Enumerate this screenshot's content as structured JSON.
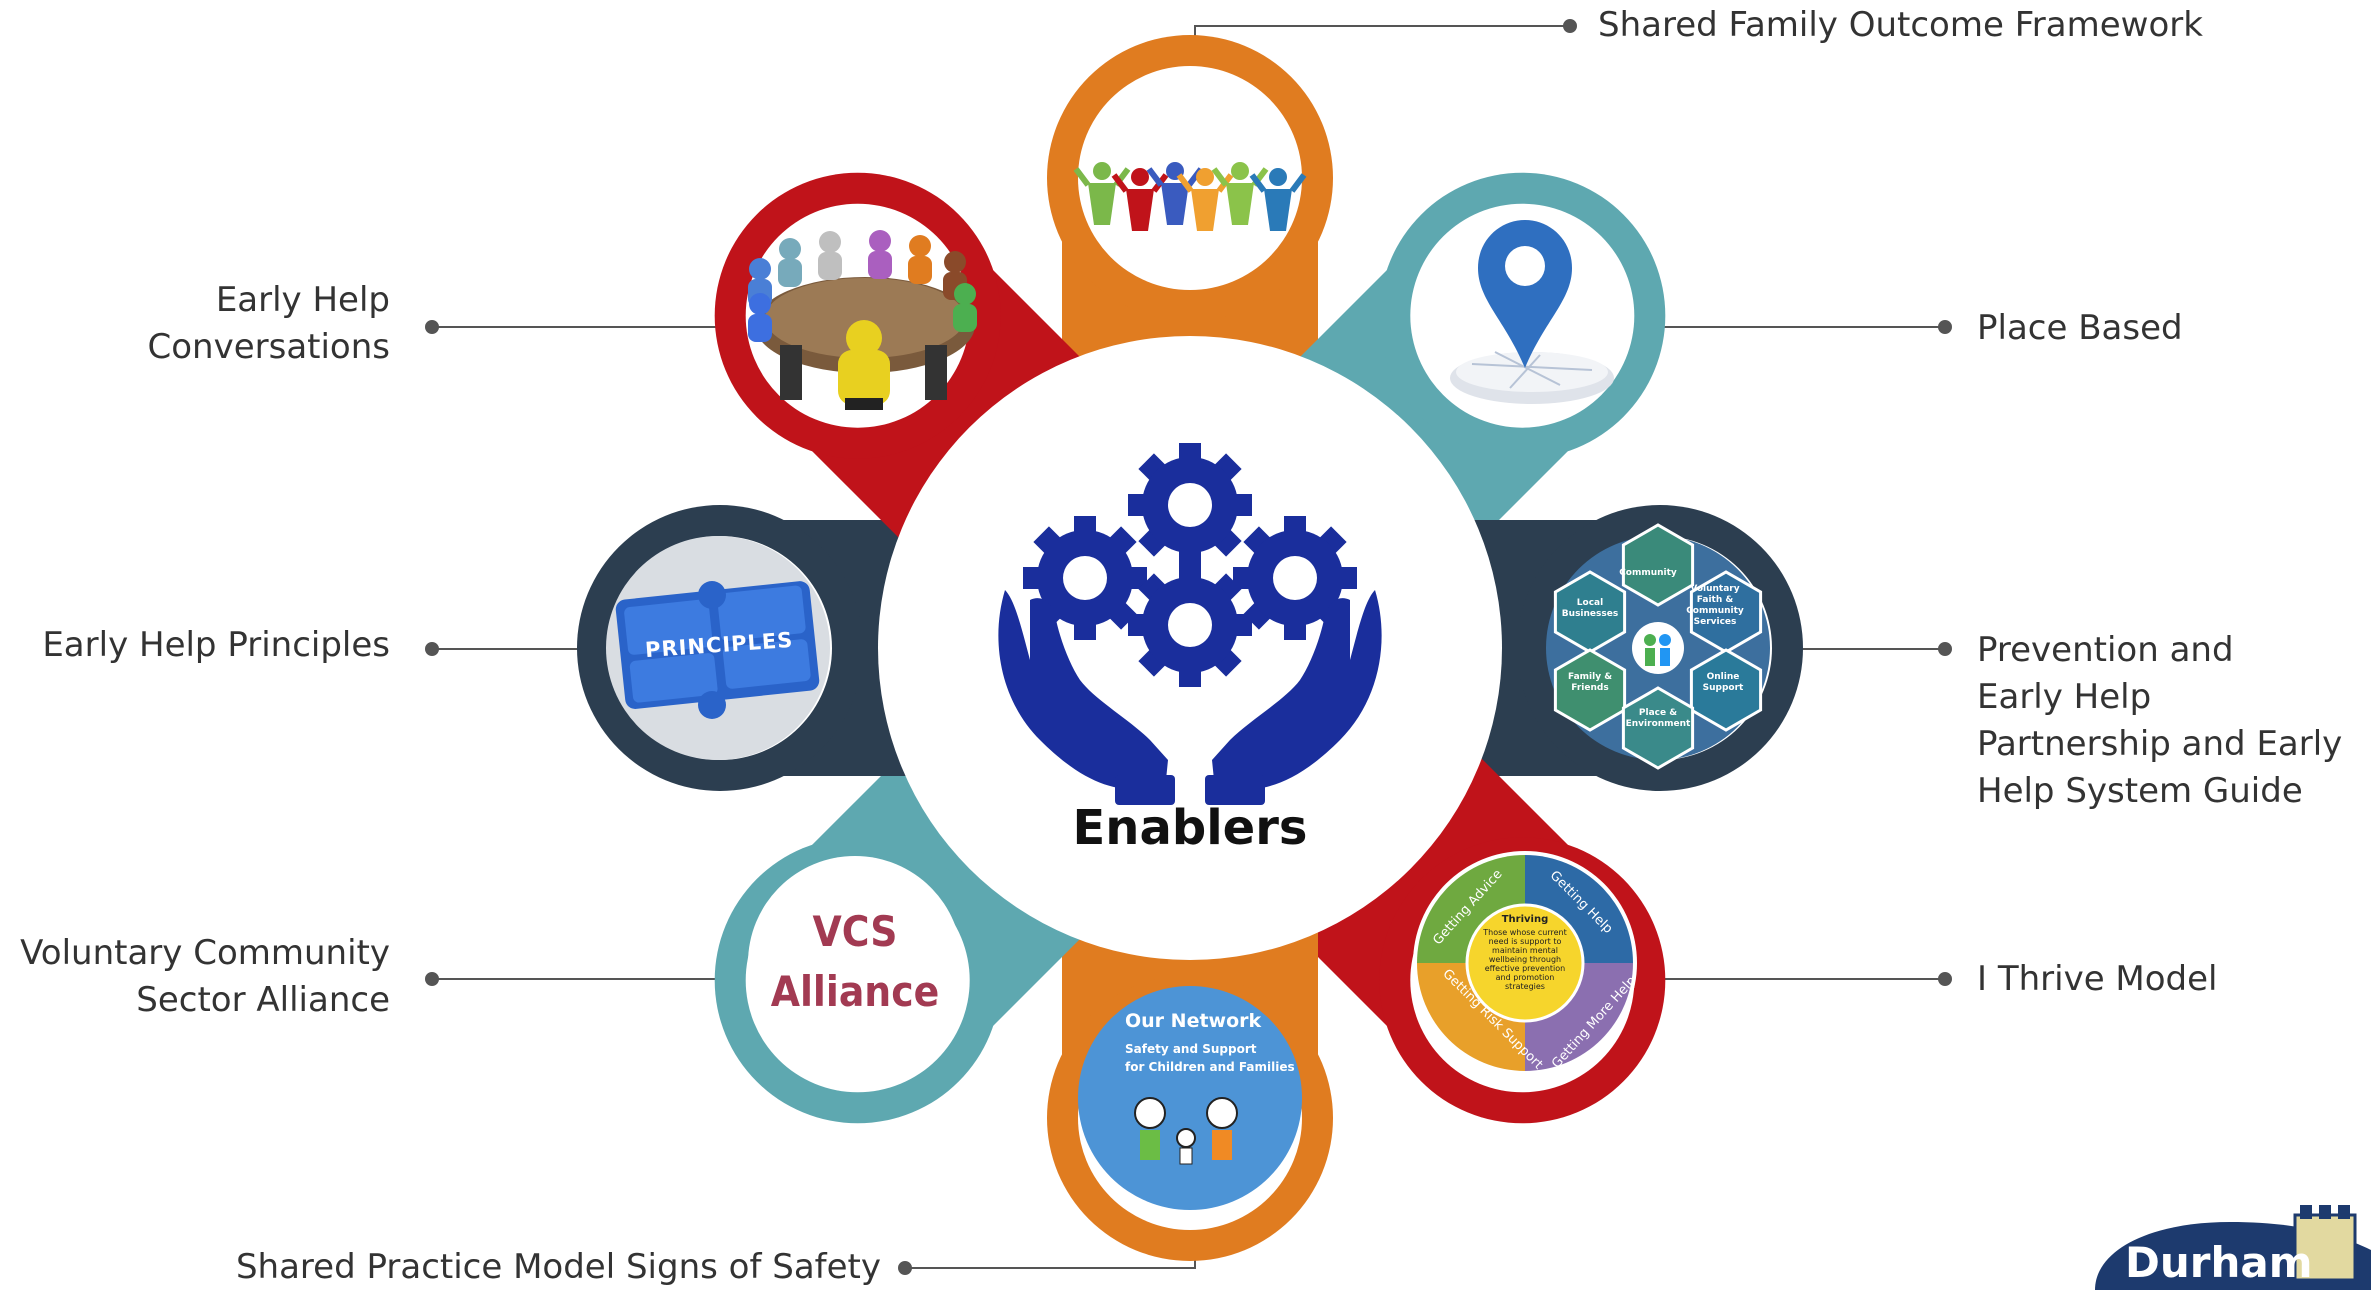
{
  "center": {
    "title": "Enablers"
  },
  "enablers": [
    {
      "id": "family-outcome",
      "label_lines": [
        "Shared Family Outcome Framework"
      ]
    },
    {
      "id": "place-based",
      "label_lines": [
        "Place Based"
      ]
    },
    {
      "id": "prevention",
      "label_lines": [
        "Prevention and",
        "Early Help",
        "Partnership and Early",
        "Help System Guide"
      ]
    },
    {
      "id": "ithrive",
      "label_lines": [
        "I Thrive Model"
      ]
    },
    {
      "id": "signs-of-safety",
      "label_lines": [
        "Shared Practice Model Signs of Safety"
      ]
    },
    {
      "id": "vcs",
      "label_lines": [
        "Voluntary Community",
        "Sector Alliance"
      ]
    },
    {
      "id": "principles",
      "label_lines": [
        "Early Help Principles"
      ]
    },
    {
      "id": "conversations",
      "label_lines": [
        "Early Help",
        "Conversations"
      ]
    }
  ],
  "segment_colors": {
    "orange": "#e07c20",
    "teal": "#5ea8b0",
    "navy": "#2c3e50",
    "red": "#c0131a",
    "gear_blue": "#1a2e9c"
  },
  "icons": {
    "conversations": "round-table-meeting-icon",
    "family-outcome": "family-figures-icon",
    "place-based": "map-pin-icon",
    "principles": "puzzle-pieces-icon",
    "prevention": "community-hexagons-icon",
    "vcs": "vcs-alliance-text-icon",
    "signs-of-safety": "our-network-card-icon",
    "ithrive": "thrive-wheel-icon"
  },
  "image_text": {
    "principles": "PRINCIPLES",
    "vcs": [
      "VCS",
      "Alliance"
    ],
    "network_title": "Our Network",
    "network_sub": [
      "Safety and Support",
      "for Children and Families"
    ],
    "hexagons": [
      {
        "t": "Community"
      },
      {
        "t": "Local Businesses"
      },
      {
        "t": "Voluntary Faith & Community Services"
      },
      {
        "t": "Family & Friends"
      },
      {
        "t": "Online Support"
      },
      {
        "t": "Place & Environment"
      }
    ],
    "thrive_quadrants": [
      "Getting Advice",
      "Getting Help",
      "Getting Risk Support",
      "Getting More Help"
    ],
    "thrive_core_title": "Thriving",
    "thrive_core_text": "Those whose current need is support to maintain mental wellbeing through effective prevention and promotion strategies"
  },
  "logo": {
    "text": "Durham"
  }
}
